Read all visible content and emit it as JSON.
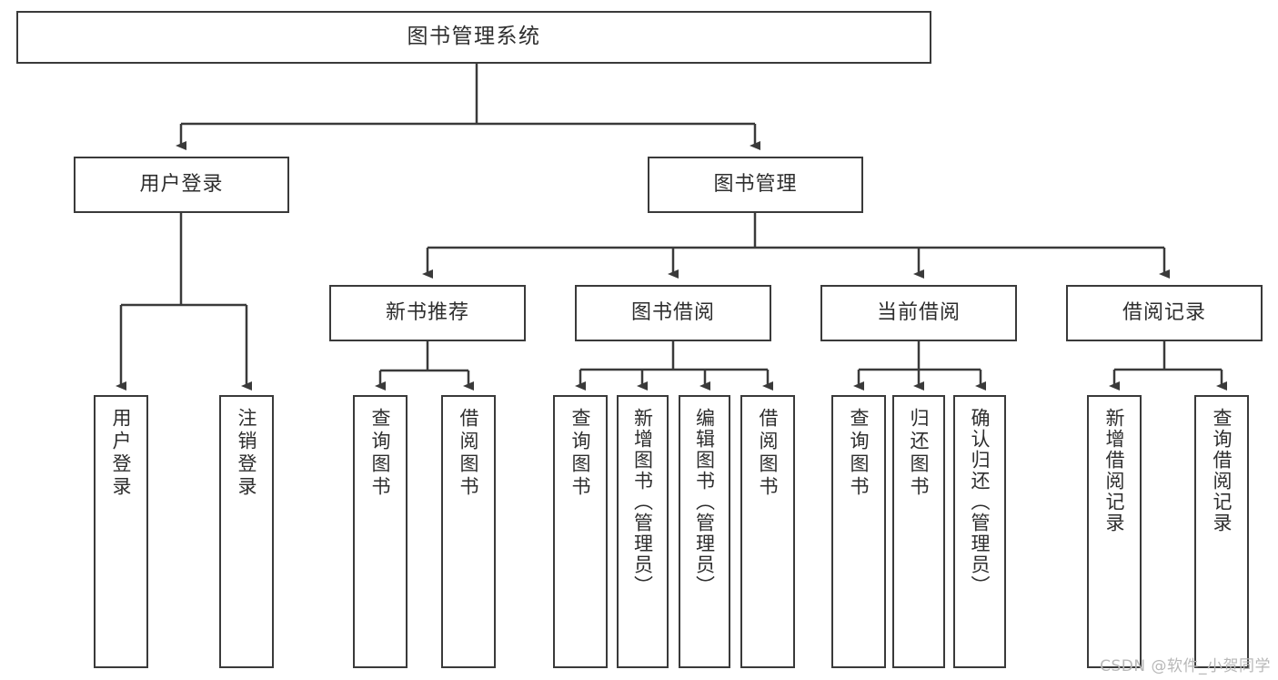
{
  "diagram": {
    "title": "图书管理系统",
    "watermark": "CSDN @软件_小贺同学",
    "line_color": "#3a3a3a",
    "text_color": "#2e2e2e",
    "background": "#ffffff",
    "root": {
      "label": "图书管理系统"
    },
    "level1": [
      {
        "label": "用户登录"
      },
      {
        "label": "图书管理"
      }
    ],
    "level2": [
      {
        "label": "新书推荐"
      },
      {
        "label": "图书借阅"
      },
      {
        "label": "当前借阅"
      },
      {
        "label": "借阅记录"
      }
    ],
    "leaves": {
      "user_login": [
        {
          "label": "用户登录"
        },
        {
          "label": "注销登录"
        }
      ],
      "new_book": [
        {
          "label": "查询图书"
        },
        {
          "label": "借阅图书"
        }
      ],
      "book_borrow": [
        {
          "label": "查询图书"
        },
        {
          "label": "新增图书（管理员）"
        },
        {
          "label": "编辑图书（管理员）"
        },
        {
          "label": "借阅图书"
        }
      ],
      "current_borrow": [
        {
          "label": "查询图书"
        },
        {
          "label": "归还图书"
        },
        {
          "label": "确认归还（管理员）"
        }
      ],
      "borrow_record": [
        {
          "label": "新增借阅记录"
        },
        {
          "label": "查询借阅记录"
        }
      ]
    }
  }
}
